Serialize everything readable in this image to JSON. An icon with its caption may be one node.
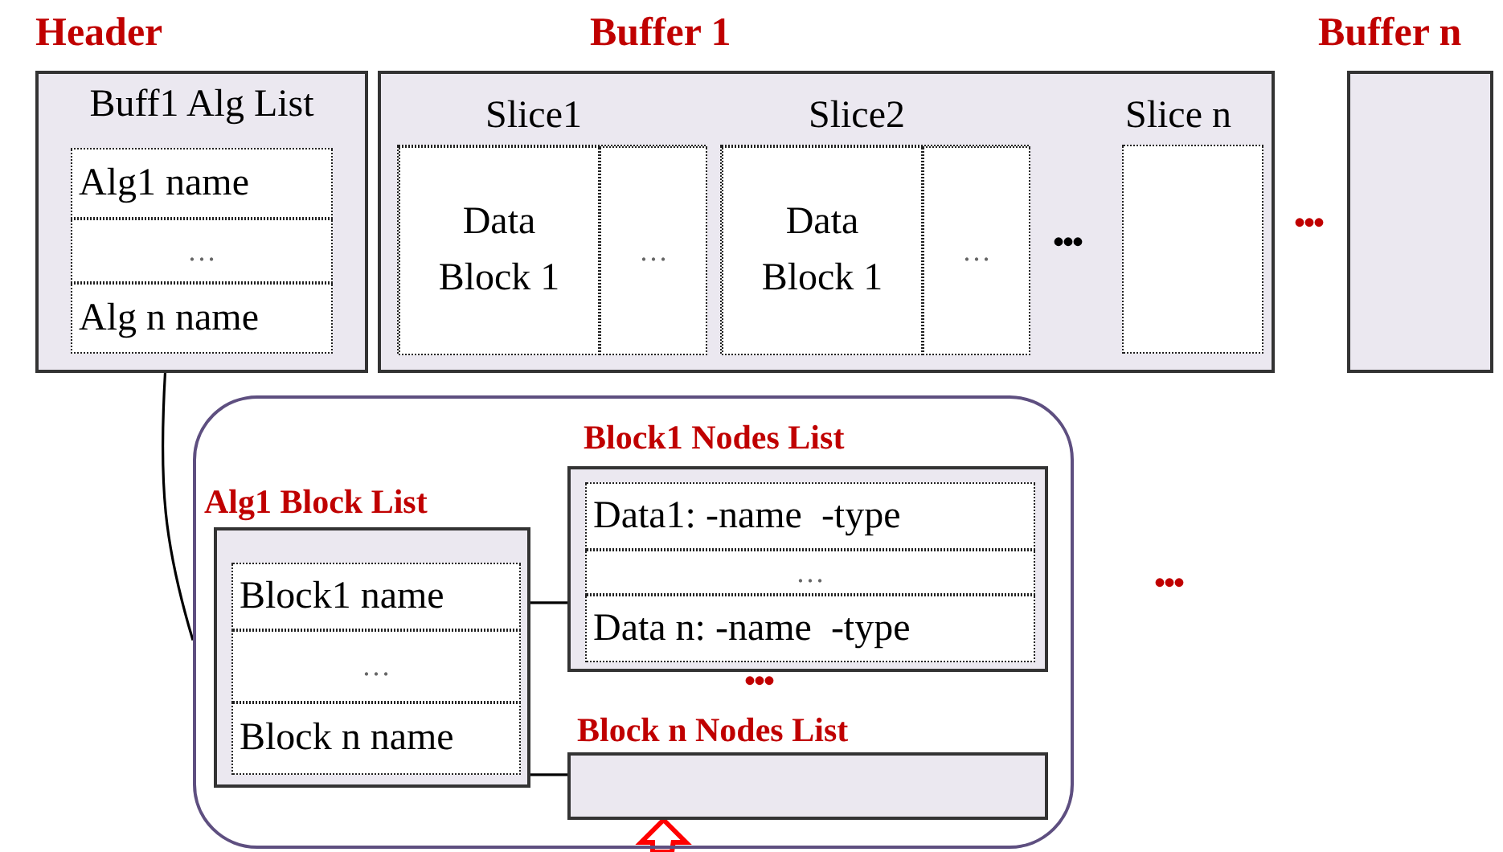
{
  "diagram": {
    "nodes": [
      {
        "text": [
          "Header",
          "Buff1 Alg List"
        ]
      },
      {
        "text": [
          "Alg1 name"
        ],
        "in": 0
      },
      {
        "text": [
          "…"
        ],
        "in": 0
      },
      {
        "text": [
          "Alg n name"
        ],
        "in": 0
      },
      {
        "text": [
          "Buffer 1"
        ]
      },
      {
        "text": [
          "Slice1"
        ],
        "in": 4
      },
      {
        "text": [
          "Data Block 1"
        ],
        "in": 5
      },
      {
        "text": [
          "…"
        ],
        "in": 5
      },
      {
        "text": [
          "Slice2"
        ],
        "in": 4
      },
      {
        "text": [
          "Data Block 1"
        ],
        "in": 8
      },
      {
        "text": [
          "…"
        ],
        "in": 8
      },
      {
        "text": [
          "Slice n"
        ],
        "in": 4
      },
      {
        "text": [
          "Buffer n"
        ]
      },
      {
        "text": [],
        "shape": "box"
      },
      {
        "text": [
          "Alg1 Block List"
        ],
        "in": 13
      },
      {
        "text": [
          "Block1 name"
        ],
        "in": 14
      },
      {
        "text": [
          "…"
        ],
        "in": 14
      },
      {
        "text": [
          "Block n name"
        ],
        "in": 14
      },
      {
        "text": [
          "Block1 Nodes List"
        ],
        "in": 13
      },
      {
        "text": [
          "Data1: -name  -type"
        ],
        "in": 18
      },
      {
        "text": [
          "…"
        ],
        "in": 18
      },
      {
        "text": [
          "Data n: -name  -type"
        ],
        "in": 18
      },
      {
        "text": [
          "Block n Nodes List"
        ],
        "in": 13
      }
    ],
    "edges": [
      {
        "from": 0,
        "to": 13,
        "arrow": "none"
      },
      {
        "from": 14,
        "to": 18,
        "arrow": "none"
      },
      {
        "from": 14,
        "to": 22,
        "arrow": "none"
      },
      {
        "from": null,
        "to": 22,
        "arrow": "to",
        "style": "thick",
        "color": "#ff0000"
      }
    ],
    "labels": [
      "•••",
      "•••",
      "•••",
      "•••"
    ]
  }
}
